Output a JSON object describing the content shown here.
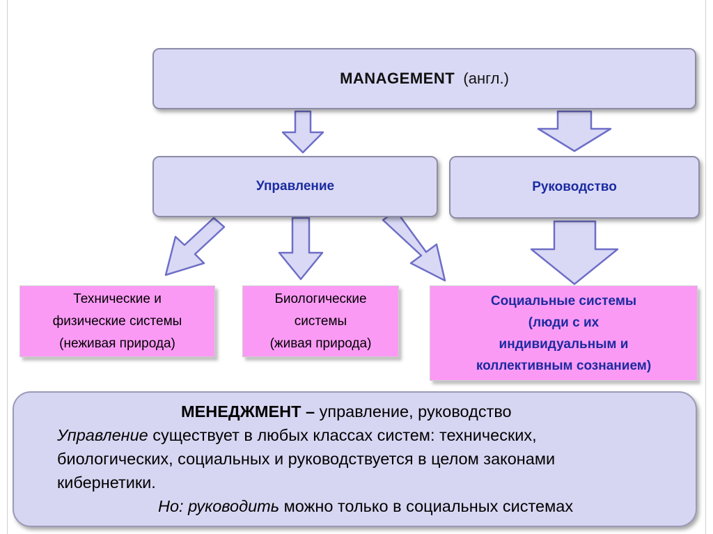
{
  "top": {
    "term": "MANAGEMENT",
    "lang": "(англ.)"
  },
  "mid": {
    "left": "Управление",
    "right": "Руководство"
  },
  "tech": [
    "Технические и",
    "физические системы",
    "(неживая природа)"
  ],
  "bio": [
    "Биологические",
    "системы",
    "(живая природа)"
  ],
  "social": [
    "Социальные системы",
    "(люди с их",
    "индивидуальным и",
    "коллективным сознанием)"
  ],
  "definition": {
    "term": "МЕНЕДЖМЕНТ",
    "dash": " – ",
    "rest": "управление, руководство",
    "l2_italic": "Управление",
    "l2_rest": " существует в любых классах систем: технических,",
    "l3": "биологических, социальных и руководствуется в целом законами",
    "l4": "кибернетики.",
    "l5_italic": "Но: руководить",
    "l5_rest": " можно только в социальных системах"
  },
  "colors": {
    "arrow_fill": "#d9d9f5",
    "arrow_stroke": "#6e6ec8",
    "accent_text": "#1b2ba0",
    "pink_border": "#fb9af5"
  }
}
